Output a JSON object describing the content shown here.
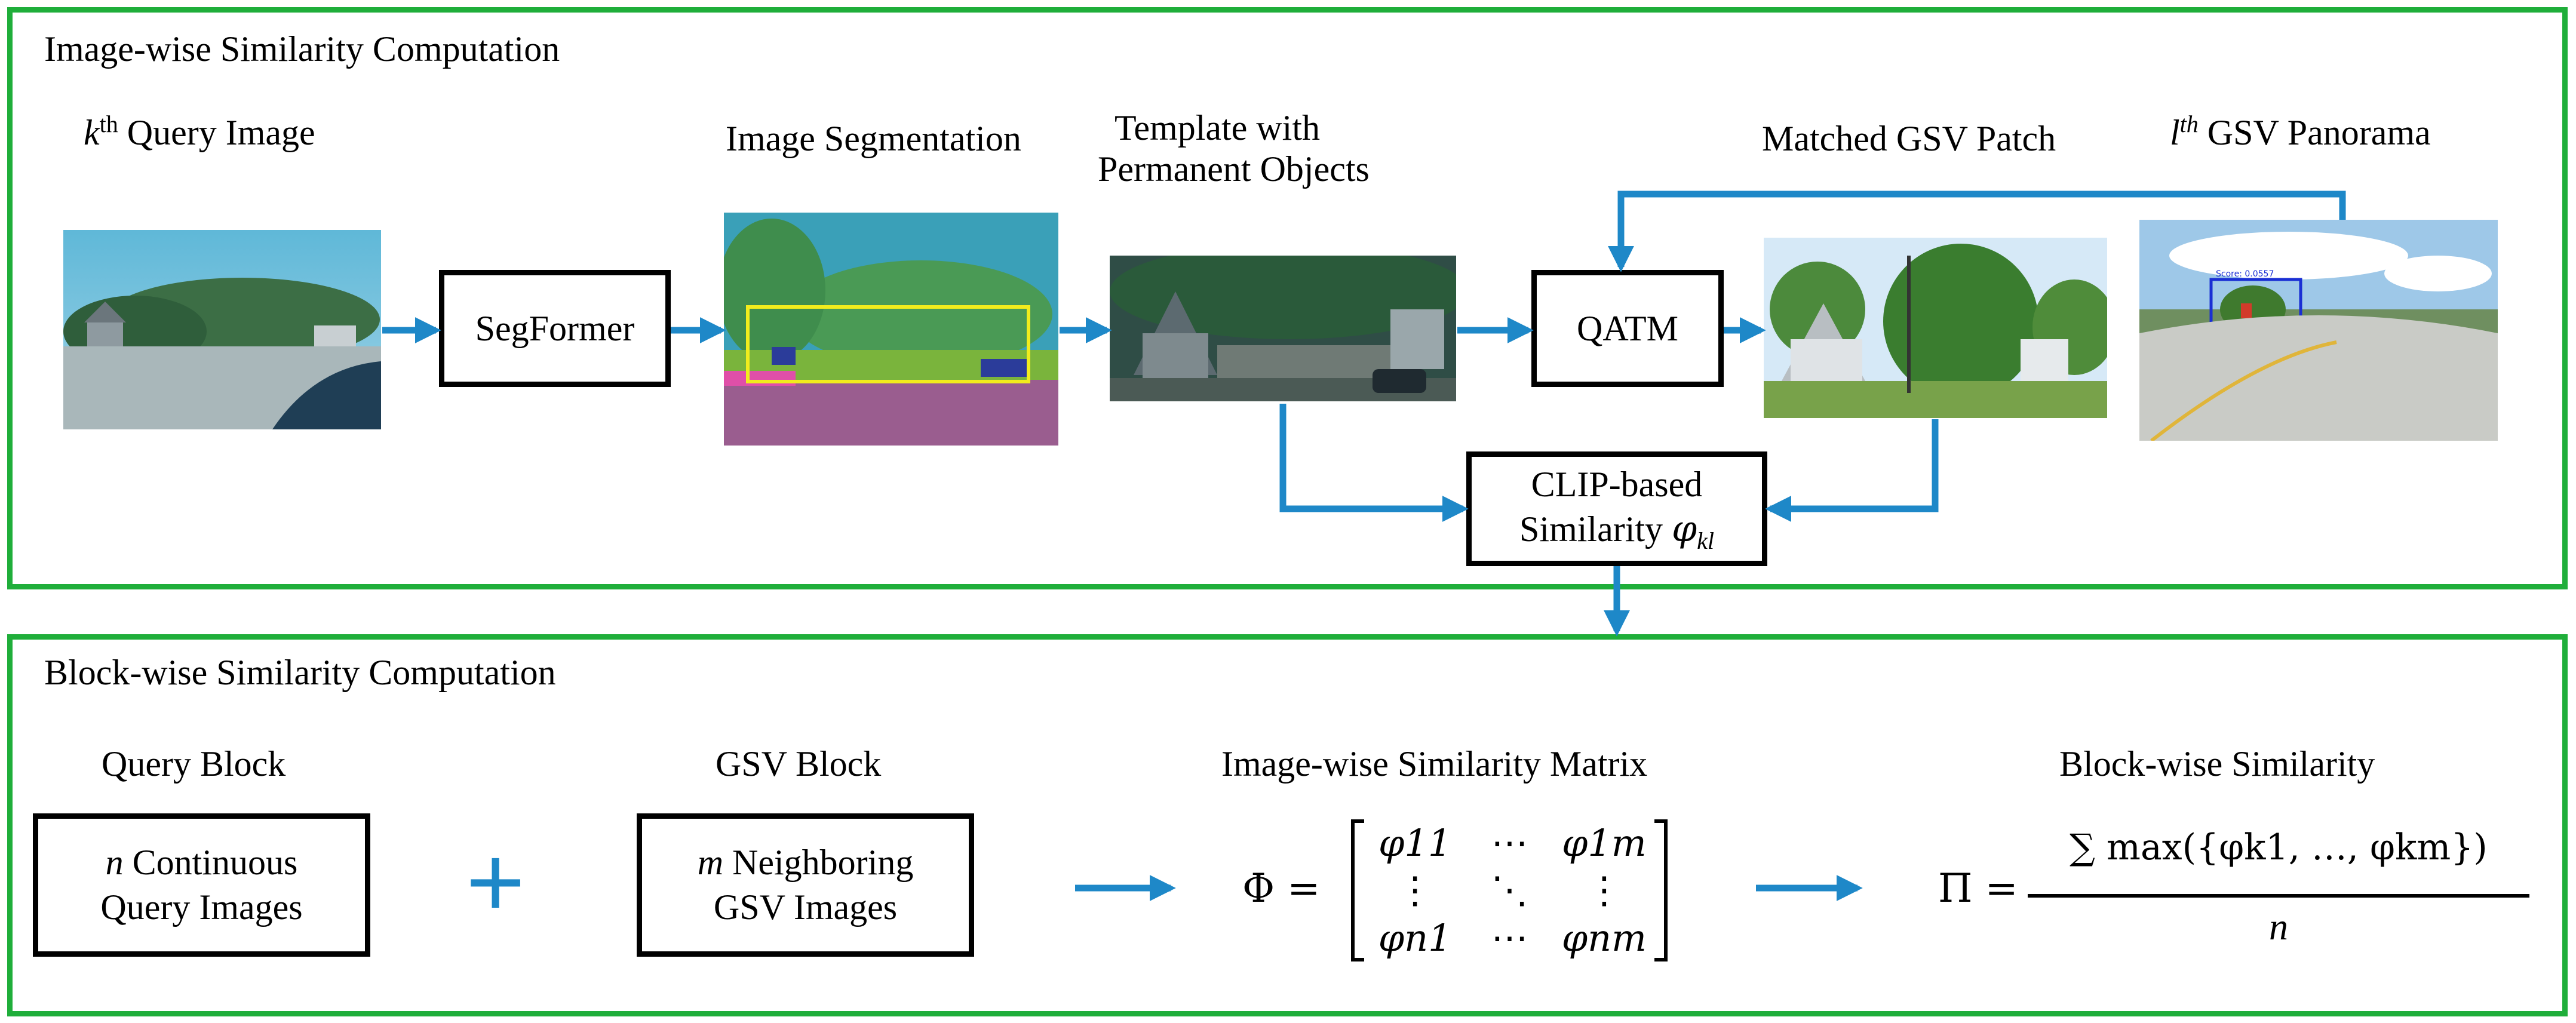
{
  "top_panel": {
    "title": "Image-wise Similarity Computation",
    "query_image": {
      "sup": "th",
      "var": "k",
      "label": "Query Image"
    },
    "segmentation_label": "Image Segmentation",
    "template_label_line1": "Template with",
    "template_label_line2": "Permanent Objects",
    "matched_label": "Matched GSV Patch",
    "panorama": {
      "var": "l",
      "sup": "th",
      "label": "GSV Panorama"
    },
    "segformer": "SegFormer",
    "qatm": "QATM",
    "clip_line1": "CLIP-based",
    "clip_line2": "Similarity",
    "clip_symbol": "φ",
    "clip_sub": "kl",
    "panorama_score": "Score: 0.0557"
  },
  "bottom_panel": {
    "title": "Block-wise Similarity Computation",
    "query_block_label": "Query Block",
    "query_block_var": "n",
    "query_block_line1": "Continuous",
    "query_block_line2": "Query Images",
    "plus": "+",
    "gsv_block_label": "GSV Block",
    "gsv_block_var": "m",
    "gsv_block_line1": "Neighboring",
    "gsv_block_line2": "GSV Images",
    "matrix_label": "Image-wise Similarity Matrix",
    "matrix_lhs": "Φ =",
    "matrix_cells": [
      "φ11",
      "⋯",
      "φ1m",
      "⋮",
      "⋱",
      "⋮",
      "φn1",
      "⋯",
      "φnm"
    ],
    "blockwise_label": "Block-wise Similarity",
    "pi_lhs": "Π =",
    "pi_numerator": "∑ max({φk1, …, φkm})",
    "pi_denominator": "n"
  },
  "colors": {
    "panel_border": "#1fae3a",
    "arrow": "#1e88c8",
    "box_border": "#000000"
  }
}
